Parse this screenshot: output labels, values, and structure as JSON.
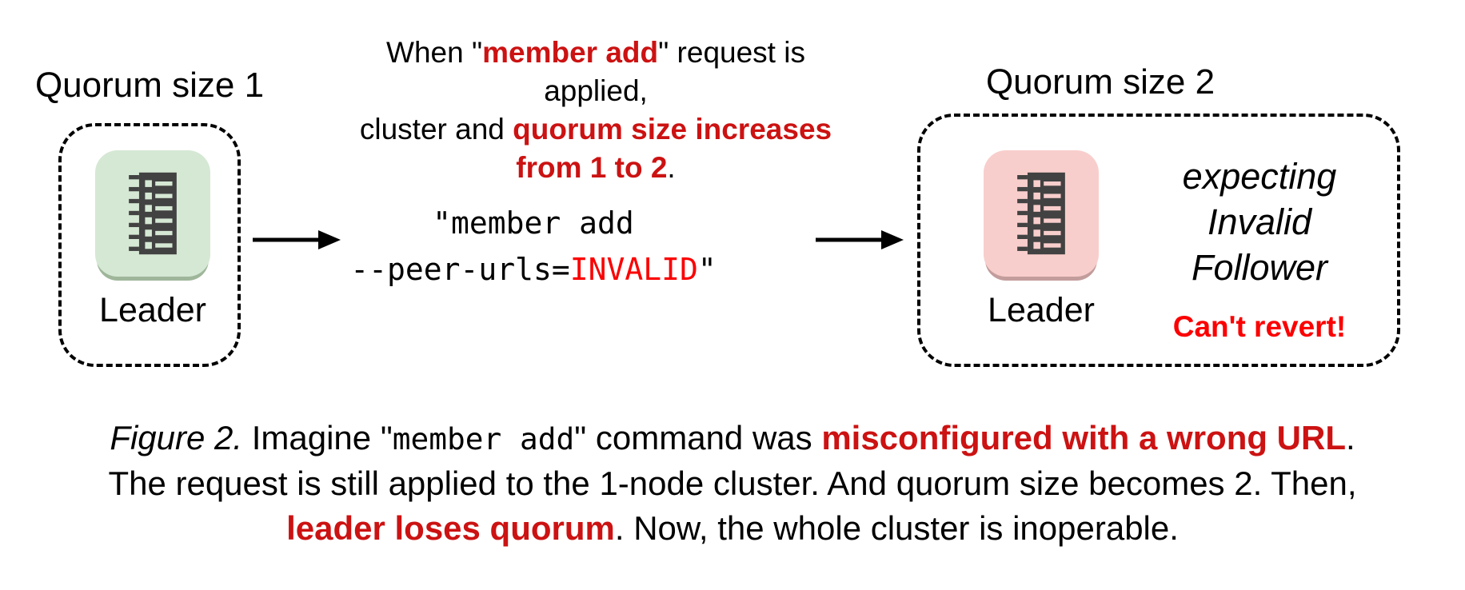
{
  "colors": {
    "background": "#ffffff",
    "text": "#000000",
    "red_bold_accent": "#cc1212",
    "red_bright_accent": "#fb0000",
    "node_green_fill": "#d5e8d4",
    "node_green_rim": "#9fb69a",
    "node_pink_fill": "#f8cecc",
    "node_pink_rim": "#c29d9c",
    "server_glyph": "#424242",
    "dashed_border": "#000000"
  },
  "left_cluster": {
    "title": "Quorum size 1",
    "node_label": "Leader"
  },
  "transition": {
    "note_line1_pre": "When \"",
    "note_line1_em": "member add",
    "note_line1_post": "\" request is applied,",
    "note_line2_pre": "cluster and ",
    "note_line2_em": "quorum size increases",
    "note_line3_em": "from 1 to 2",
    "note_line3_post": ".",
    "command_line1": "\"member add",
    "command_line2_pre": "--peer-urls=",
    "command_line2_em": "INVALID",
    "command_line2_post": "\""
  },
  "right_cluster": {
    "title": "Quorum size 2",
    "node_label": "Leader",
    "expecting_line1": "expecting",
    "expecting_line2": "Invalid",
    "expecting_line3": "Follower",
    "warning": "Can't revert!"
  },
  "caption": {
    "line1_fig": "Figure 2.",
    "line1_a": " Imagine \"",
    "line1_code": "member add",
    "line1_b": "\" command was ",
    "line1_em": "misconfigured with a wrong URL",
    "line1_c": ".",
    "line2": "The request is still applied to the 1-node cluster. And quorum size becomes 2. Then,",
    "line3_em": "leader loses quorum",
    "line3_post": ". Now, the whole cluster is inoperable."
  }
}
